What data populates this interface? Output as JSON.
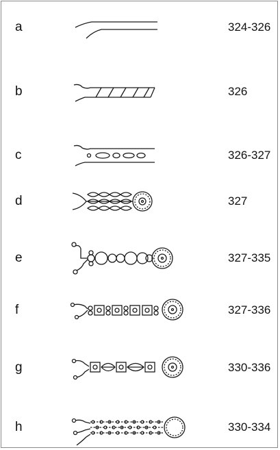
{
  "rows": [
    {
      "letter": "a",
      "range": "324-326",
      "icon": "a-parallel-lines-icon"
    },
    {
      "letter": "b",
      "range": "326",
      "icon": "b-hatched-band-icon"
    },
    {
      "letter": "c",
      "range": "326-327",
      "icon": "c-oval-chain-icon"
    },
    {
      "letter": "d",
      "range": "327",
      "icon": "d-leaf-cluster-rosette-icon"
    },
    {
      "letter": "e",
      "range": "327-335",
      "icon": "e-circle-chain-rosette-icon"
    },
    {
      "letter": "f",
      "range": "327-336",
      "icon": "f-square-chain-rosette-icon"
    },
    {
      "letter": "g",
      "range": "330-336",
      "icon": "g-square-leaf-chain-rosette-icon"
    },
    {
      "letter": "h",
      "range": "330-334",
      "icon": "h-bead-strands-rosette-icon"
    }
  ]
}
